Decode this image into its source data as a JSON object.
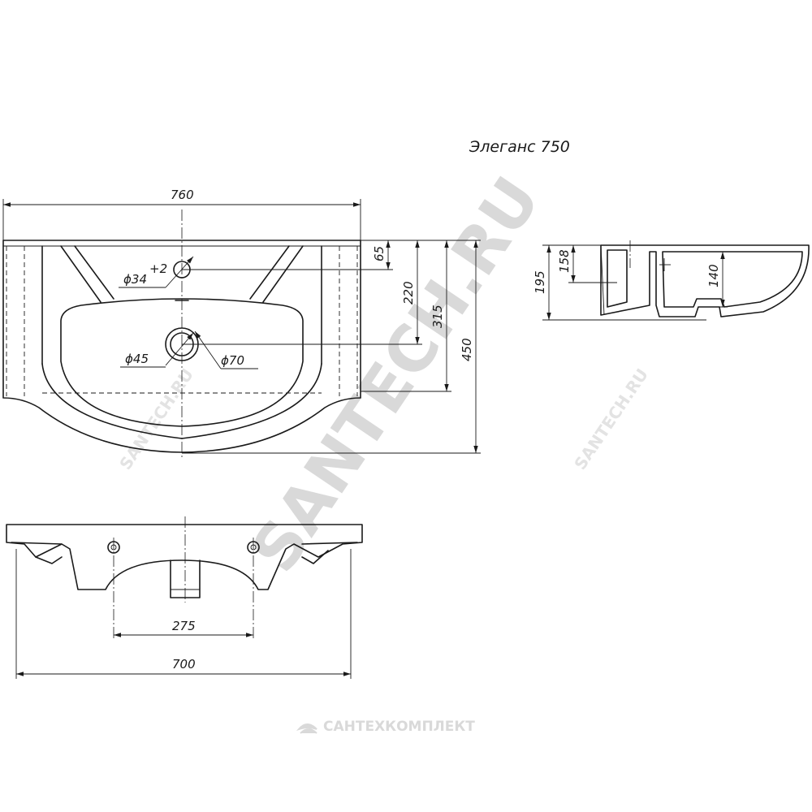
{
  "title": "Элеганс 750",
  "watermarks": {
    "main": "SANTECH.RU",
    "small": "SANTECH.RU",
    "company": "САНТЕХКОМПЛЕКТ"
  },
  "icons": {
    "company_logo": "stylized-wave-logo-icon"
  },
  "dimensions": {
    "top_view": {
      "overall_width": "760",
      "tap_hole_offset": "65",
      "drain_offset_220": "220",
      "drain_offset_315": "315",
      "overall_depth": "450",
      "tap_hole_diameter": "ϕ34",
      "tap_hole_tolerance": "+2",
      "drain_inner_diameter": "ϕ45",
      "drain_outer_diameter": "ϕ70"
    },
    "side_view": {
      "height_195": "195",
      "height_158": "158",
      "bowl_depth": "140"
    },
    "front_view": {
      "mount_spacing": "275",
      "bottom_width": "700"
    }
  }
}
